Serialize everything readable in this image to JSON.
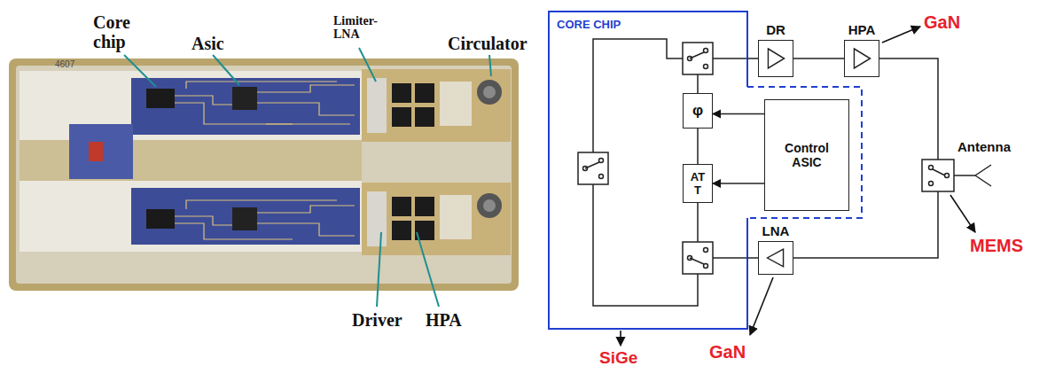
{
  "diagram": {
    "nodes": [
      {
        "text": [
          "CORE CHIP"
        ]
      },
      {
        "text": [
          "φ"
        ],
        "in": 0
      },
      {
        "text": [
          "AT T"
        ],
        "in": 0
      },
      {
        "text": [
          "DR"
        ]
      },
      {
        "text": [
          "HPA"
        ]
      },
      {
        "text": [
          "Control ASIC"
        ]
      },
      {
        "text": [
          "LNA"
        ]
      }
    ],
    "edges": [
      {
        "from": 1,
        "to": 2,
        "arrow": "none"
      },
      {
        "from": 0,
        "to": 3,
        "arrow": "none"
      },
      {
        "from": 3,
        "to": 4,
        "arrow": "none"
      },
      {
        "from": 5,
        "to": 1,
        "arrow": "to"
      },
      {
        "from": 5,
        "to": 2,
        "arrow": "to"
      },
      {
        "from": 6,
        "to": 0,
        "arrow": "none"
      }
    ],
    "labels": [
      "Core chip",
      "Asic",
      "Limiter-LNA",
      "Circulator",
      "Driver",
      "HPA",
      "4607",
      "Antenna",
      "GaN",
      "MEMS",
      "SiGe",
      "GaN"
    ]
  }
}
